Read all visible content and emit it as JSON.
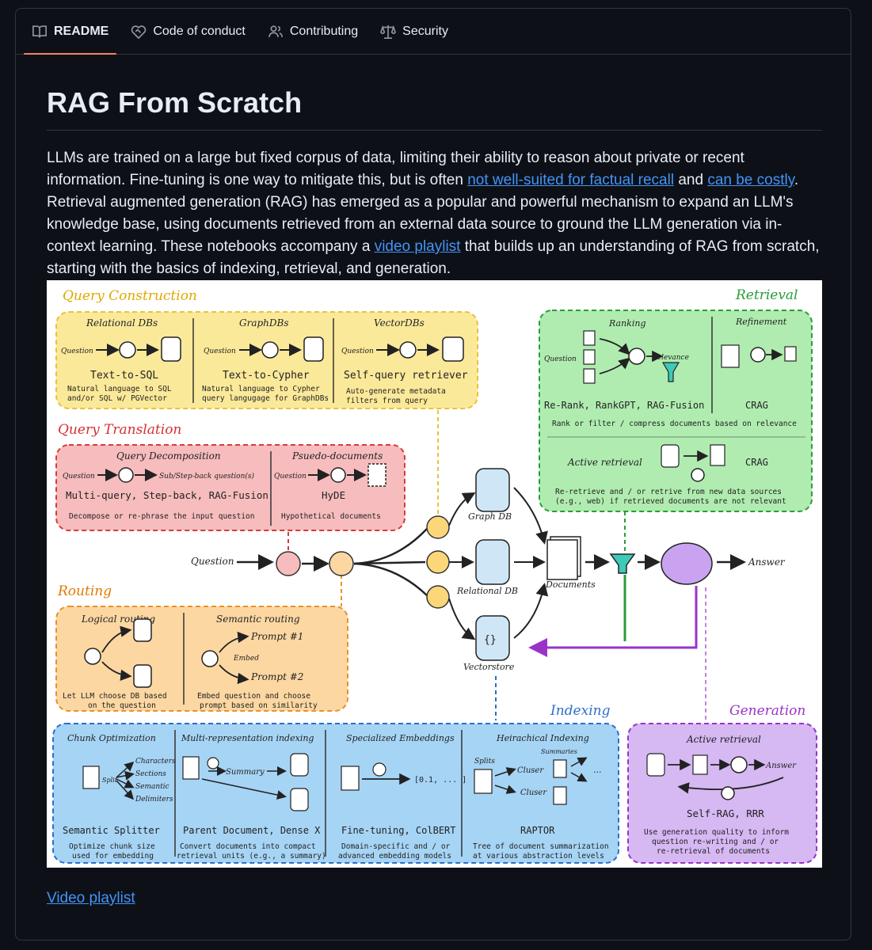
{
  "tabs": [
    {
      "label": "README",
      "icon": "book-icon",
      "active": true
    },
    {
      "label": "Code of conduct",
      "icon": "heart-handshake-icon",
      "active": false
    },
    {
      "label": "Contributing",
      "icon": "people-icon",
      "active": false
    },
    {
      "label": "Security",
      "icon": "law-scale-icon",
      "active": false
    }
  ],
  "readme": {
    "title": "RAG From Scratch",
    "p1": "LLMs are trained on a large but fixed corpus of data, limiting their ability to reason about private or recent information. Fine-tuning is one way to mitigate this, but is often ",
    "link1": "not well-suited for factual recall",
    "p2": " and ",
    "link2": "can be costly",
    "p3": ". Retrieval augmented generation (RAG) has emerged as a popular and powerful mechanism to expand an LLM's knowledge base, using documents retrieved from an external data source to ground the LLM generation via in-context learning. These notebooks accompany a ",
    "link3": "video playlist",
    "p4": " that builds up an understanding of RAG from scratch, starting with the basics of indexing, retrieval, and generation.",
    "bottom_link": "Video playlist"
  },
  "diagram": {
    "query_construction": {
      "title": "Query Construction",
      "relational": {
        "head": "Relational DBs",
        "q": "Question",
        "name": "Text-to-SQL",
        "d1": "Natural language to SQL",
        "d2": "and/or SQL w/ PGVector"
      },
      "graph": {
        "head": "GraphDBs",
        "q": "Question",
        "name": "Text-to-Cypher",
        "d1": "Natural language to Cypher",
        "d2": "query langugage for GraphDBs"
      },
      "vector": {
        "head": "VectorDBs",
        "q": "Question",
        "name": "Self-query retriever",
        "d1": "Auto-generate metadata",
        "d2": "filters from query"
      }
    },
    "query_translation": {
      "title": "Query Translation",
      "decomp": {
        "head": "Query Decomposition",
        "q": "Question",
        "out": "Sub/Step-back question(s)",
        "name": "Multi-query, Step-back, RAG-Fusion",
        "d1": "Decompose or re-phrase the input question"
      },
      "pseudo": {
        "head": "Psuedo-documents",
        "q": "Question",
        "name": "HyDE",
        "d1": "Hypothetical documents"
      }
    },
    "routing": {
      "title": "Routing",
      "logical": {
        "head": "Logical routing",
        "d1": "Let LLM choose DB based",
        "d2": "on the question"
      },
      "semantic": {
        "head": "Semantic routing",
        "p1": "Prompt #1",
        "embed": "Embed",
        "p2": "Prompt #2",
        "d1": "Embed question and choose",
        "d2": "prompt based on similarity"
      }
    },
    "retrieval": {
      "title": "Retrieval",
      "ranking": {
        "head": "Ranking",
        "q": "Question",
        "rel": "Relevance",
        "name": "Re-Rank, RankGPT, RAG-Fusion"
      },
      "refinement": {
        "head": "Refinement",
        "name": "CRAG"
      },
      "desc": "Rank or filter / compress documents based on relevance",
      "active": {
        "head": "Active retrieval",
        "name": "CRAG",
        "d1": "Re-retrieve and / or retrive from new data sources",
        "d2": "(e.g., web) if retrieved documents are not relevant"
      }
    },
    "flow": {
      "question": "Question",
      "graphdb": "Graph DB",
      "relational": "Relational DB",
      "vectorstore": "Vectorstore",
      "documents": "Documents",
      "answer": "Answer"
    },
    "indexing": {
      "title": "Indexing",
      "chunk": {
        "head": "Chunk Optimization",
        "split": "Split",
        "c1": "Characters",
        "c2": "Sections",
        "c3": "Semantic",
        "c4": "Delimiters",
        "name": "Semantic Splitter",
        "d1": "Optimize chunk size",
        "d2": "used for embedding"
      },
      "multi": {
        "head": "Multi-representation indexing",
        "sum": "Summary",
        "name": "Parent Document, Dense X",
        "d1": "Convert documents into compact",
        "d2": "retrieval units (e.g., a summary)"
      },
      "embed": {
        "head": "Specialized Embeddings",
        "vec": "[0.1, ... ]",
        "name": "Fine-tuning, ColBERT",
        "d1": "Domain-specific and / or",
        "d2": "advanced embedding models"
      },
      "hier": {
        "head": "Heirachical Indexing",
        "summaries": "Summaries",
        "splits": "Splits",
        "cl1": "Cluser",
        "cl2": "Cluser",
        "dots": "...",
        "name": "RAPTOR",
        "d1": "Tree of document summarization",
        "d2": "at various abstraction levels"
      }
    },
    "generation": {
      "title": "Generation",
      "head": "Active retrieval",
      "answer": "Answer",
      "name": "Self-RAG, RRR",
      "d1": "Use generation quality to inform",
      "d2": "question re-writing and / or",
      "d3": "re-retrieval of documents"
    }
  },
  "colors": {
    "accent_link": "#4493f8",
    "tab_underline": "#f78166",
    "yellow": "#fbe99a",
    "red": "#f7bcbd",
    "orange": "#fcd7a2",
    "green": "#b0ecb0",
    "blue": "#a6d4f5",
    "purple": "#d6b8f3"
  }
}
